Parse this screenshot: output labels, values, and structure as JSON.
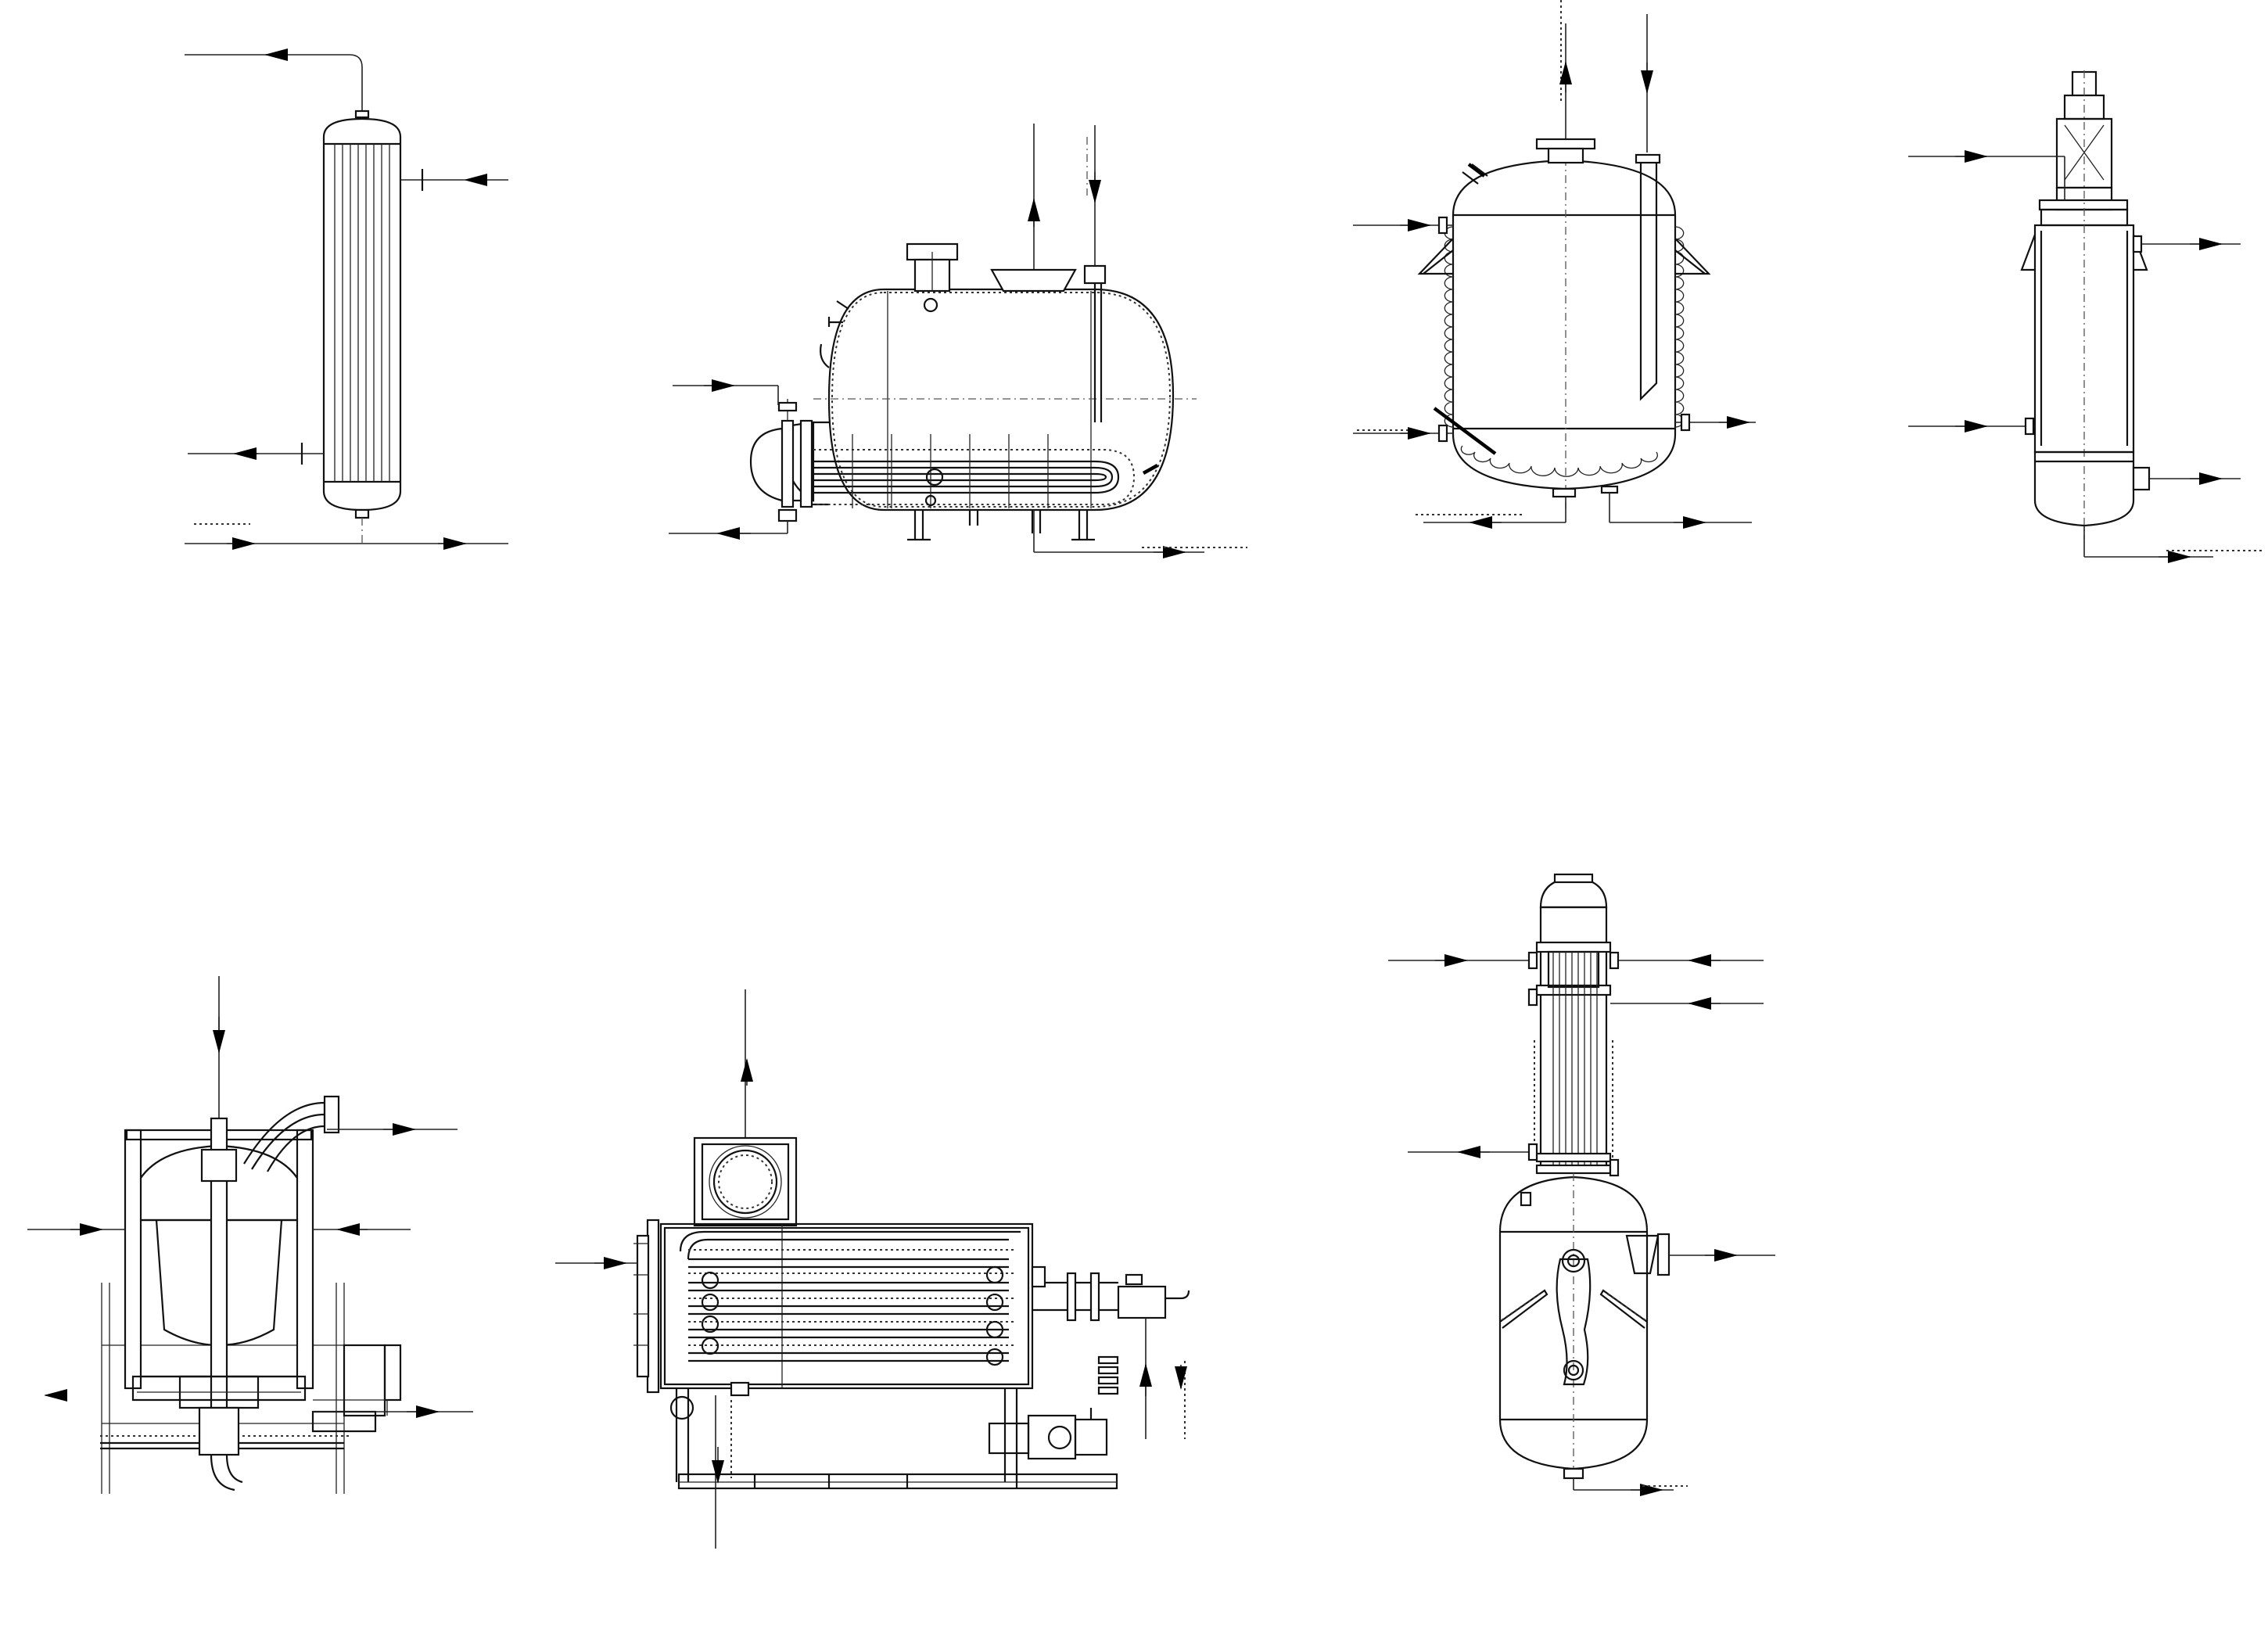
{
  "sheet": {
    "background": "#ffffff",
    "line_color": "#111111"
  },
  "equipment": [
    {
      "name": "vertical-shell-and-tube-heat-exchanger",
      "position": "top-row-1"
    },
    {
      "name": "horizontal-u-tube-kettle-reboiler",
      "position": "top-row-2"
    },
    {
      "name": "jacketed-coil-reactor-vessel",
      "position": "top-row-3"
    },
    {
      "name": "agitated-vertical-reactor",
      "position": "top-row-4"
    },
    {
      "name": "agitated-tank-with-motor-skid",
      "position": "bottom-row-1"
    },
    {
      "name": "horizontal-multi-tube-evaporator-with-pump",
      "position": "bottom-row-2"
    },
    {
      "name": "falling-film-evaporator-with-separator",
      "position": "bottom-row-3"
    }
  ]
}
